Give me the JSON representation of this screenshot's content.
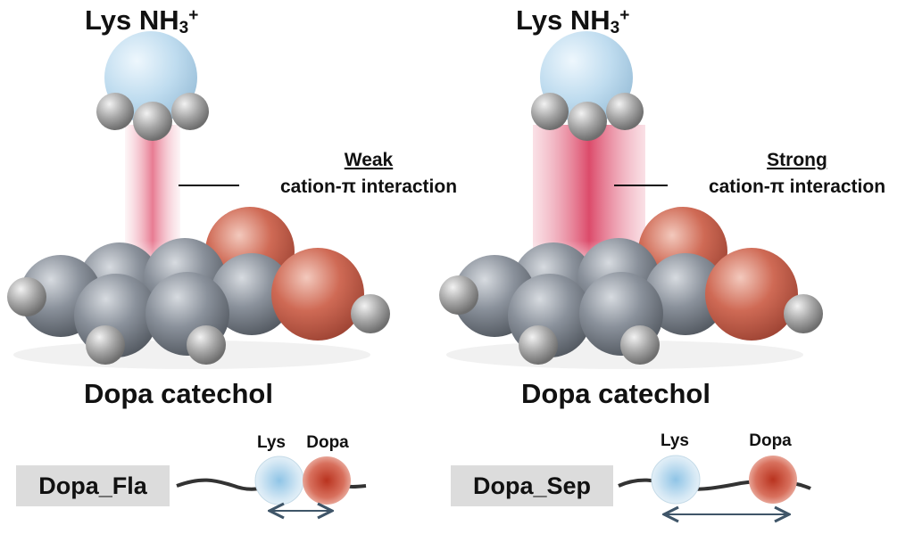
{
  "left": {
    "cation_label": "Lys NH",
    "cation_sub": "3",
    "cation_sup": "+",
    "strength": "Weak",
    "interaction": "cation-π interaction",
    "aromatic_label": "Dopa catechol",
    "sequence_name": "Dopa_Fla",
    "bead_lys": "Lys",
    "bead_dopa": "Dopa"
  },
  "right": {
    "cation_label": "Lys NH",
    "cation_sub": "3",
    "cation_sup": "+",
    "strength": "Strong",
    "interaction": "cation-π interaction",
    "aromatic_label": "Dopa catechol",
    "sequence_name": "Dopa_Sep",
    "bead_lys": "Lys",
    "bead_dopa": "Dopa"
  },
  "colors": {
    "nitrogen": "#bfdcef",
    "hydrogen": "#9c9c9c",
    "carbon": "#7f8792",
    "oxygen": "#c8624f",
    "interaction": "#e0506e",
    "label_box": "#dcdcdc",
    "backbone": "#333333",
    "arrow": "#3f5568"
  }
}
